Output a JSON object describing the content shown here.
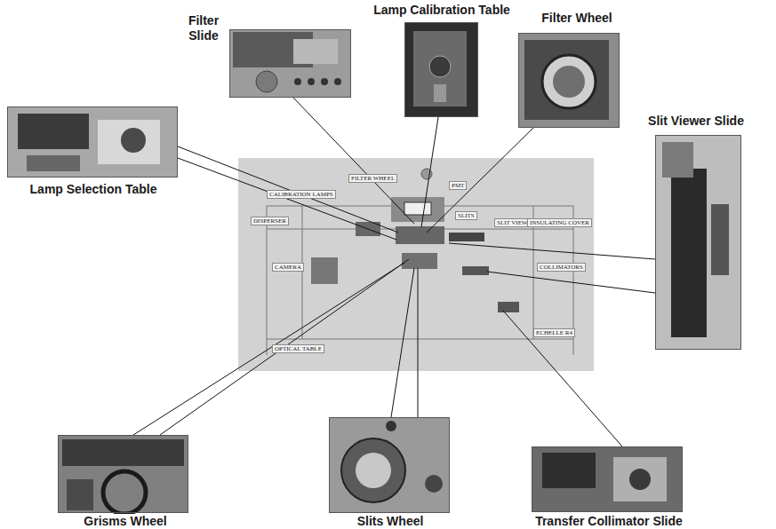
{
  "diagram": {
    "nodes": [
      {
        "text": [
          "Lamp Calibration Table"
        ]
      },
      {
        "text": [
          "Filter Slide"
        ]
      },
      {
        "text": [
          "Filter Wheel"
        ]
      },
      {
        "text": [
          "Slit Viewer Slide"
        ]
      },
      {
        "text": [
          "Lamp Selection Table"
        ]
      },
      {
        "text": [
          "Grisms Wheel"
        ]
      },
      {
        "text": [
          "Slits Wheel"
        ]
      },
      {
        "text": [
          "Transfer Collimator Slide"
        ]
      }
    ],
    "labels": [
      "CALIBRATION LAMPS",
      "FILTER WHEEL",
      "PMT",
      "DISPERSER",
      "SLITS",
      "SLIT VIEWER",
      "INSULATING COVER",
      "CAMERA",
      "COLLIMATORS",
      "OPTICAL TABLE",
      "ECHELLE R4"
    ]
  }
}
